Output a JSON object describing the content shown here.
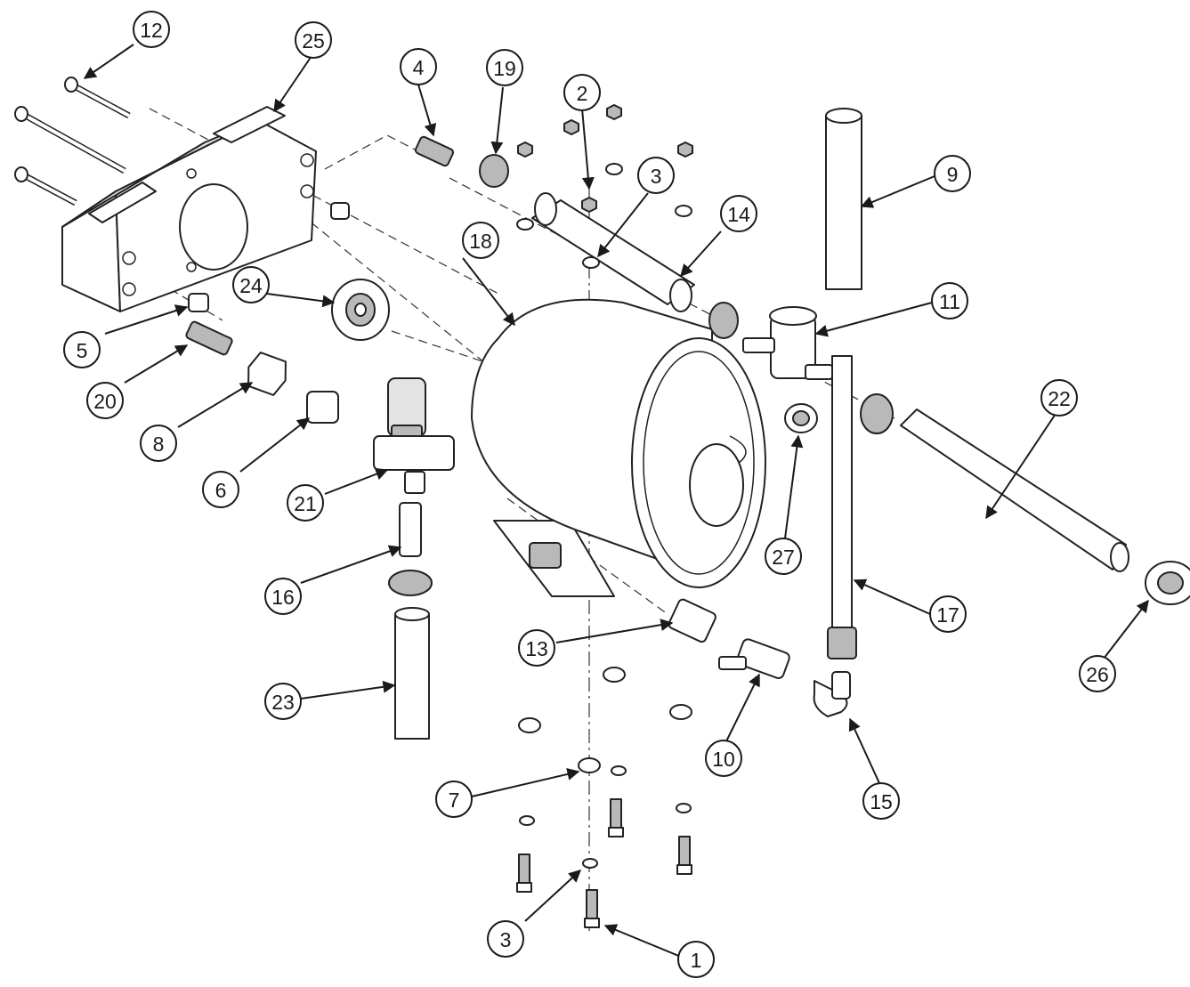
{
  "callouts": [
    "1",
    "2",
    "3",
    "3",
    "4",
    "5",
    "6",
    "7",
    "8",
    "9",
    "10",
    "11",
    "12",
    "13",
    "14",
    "15",
    "16",
    "17",
    "18",
    "19",
    "20",
    "21",
    "22",
    "23",
    "24",
    "25",
    "26",
    "27"
  ]
}
